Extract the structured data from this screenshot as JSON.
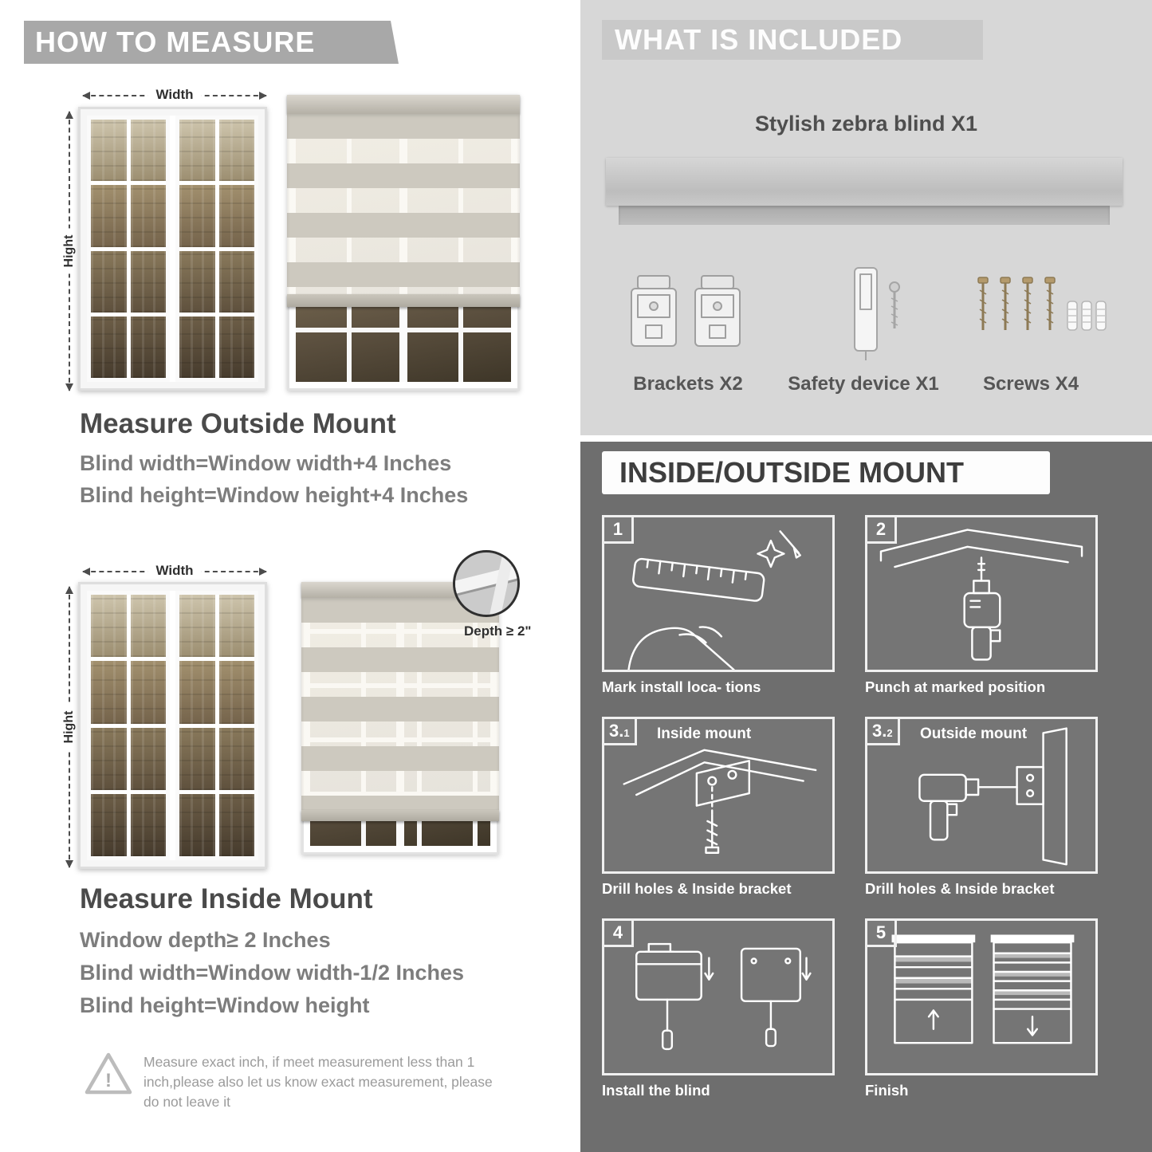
{
  "colors": {
    "banner_gray": "#a8a8a8",
    "included_bg": "#d7d7d7",
    "included_banner": "#c9c9c9",
    "dark_bg": "#6e6e6e",
    "heading_text": "#4a4a4a",
    "formula_text": "#7d7d7d"
  },
  "left": {
    "banner": "HOW TO MEASURE",
    "outside": {
      "width_label": "Width",
      "height_label": "Hight",
      "heading": "Measure Outside Mount",
      "lines": [
        "Blind width=Window width+4 Inches",
        "Blind height=Window height+4 Inches"
      ]
    },
    "inside": {
      "width_label": "Width",
      "height_label": "Hight",
      "depth_label": "Depth ≥ 2\"",
      "heading": "Measure Inside Mount",
      "lines": [
        "Window depth≥ 2 Inches",
        "Blind width=Window width-1/2 Inches",
        "Blind height=Window height"
      ]
    },
    "note": {
      "mark": "!",
      "text": "Measure exact inch, if meet measurement less than 1 inch,please also let us know exact measurement, please do not leave it"
    }
  },
  "right": {
    "included": {
      "banner": "WHAT IS INCLUDED",
      "product_label": "Stylish zebra blind X1",
      "items": [
        {
          "label": "Brackets X2"
        },
        {
          "label": "Safety device X1"
        },
        {
          "label": "Screws X4"
        }
      ]
    },
    "mount": {
      "banner": "INSIDE/OUTSIDE MOUNT",
      "steps": [
        {
          "num": "1",
          "sub": "",
          "title": "",
          "caption": "Mark install loca- tions"
        },
        {
          "num": "2",
          "sub": "",
          "title": "",
          "caption": "Punch at marked position"
        },
        {
          "num": "3.",
          "sub": "1",
          "title": "Inside mount",
          "caption": "Drill holes & Inside bracket"
        },
        {
          "num": "3.",
          "sub": "2",
          "title": "Outside mount",
          "caption": "Drill holes & Inside bracket"
        },
        {
          "num": "4",
          "sub": "",
          "title": "",
          "caption": "Install the blind"
        },
        {
          "num": "5",
          "sub": "",
          "title": "",
          "caption": "Finish"
        }
      ]
    }
  }
}
